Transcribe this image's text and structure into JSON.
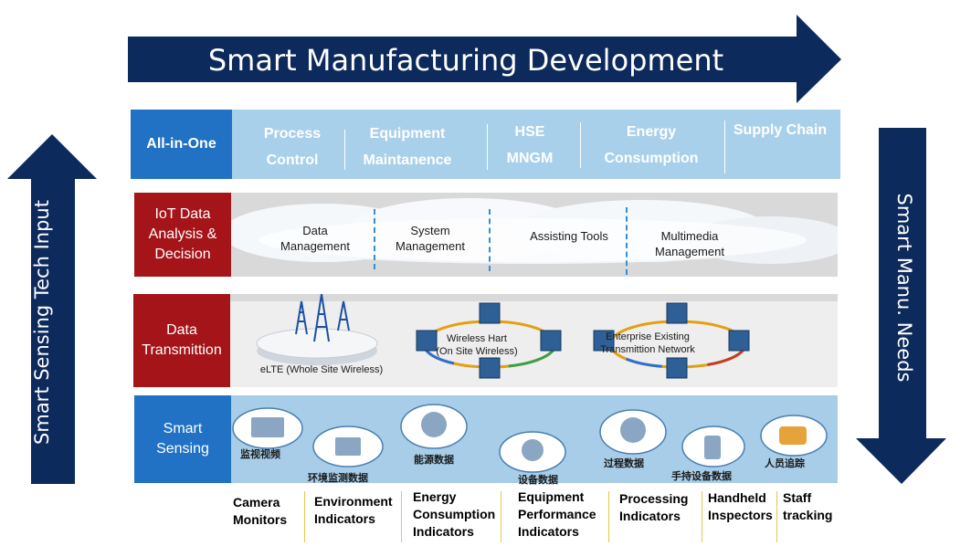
{
  "top_arrow": {
    "label": "Smart Manufacturing Development",
    "color": "#0d2a5c"
  },
  "left_arrow": {
    "label": "Smart Sensing Tech Input",
    "color": "#0d2a5c"
  },
  "right_arrow": {
    "label": "Smart Manu. Needs",
    "color": "#0d2a5c"
  },
  "row_all_in_one": {
    "label": "All-in-One",
    "items": [
      {
        "line1": "Process",
        "line2": "Control"
      },
      {
        "line1": "Equipment",
        "line2": "Maintanence"
      },
      {
        "line1": "HSE",
        "line2": "MNGM"
      },
      {
        "line1": "Energy",
        "line2": "Consumption"
      },
      {
        "line1": "Supply Chain",
        "line2": ""
      }
    ]
  },
  "row_iot": {
    "label_lines": [
      "IoT Data",
      "Analysis &",
      "Decision"
    ],
    "items": [
      {
        "line1": "Data",
        "line2": "Management"
      },
      {
        "line1": "System",
        "line2": "Management"
      },
      {
        "line1": "Assisting Tools",
        "line2": ""
      },
      {
        "line1": "Multimedia",
        "line2": "Management"
      }
    ]
  },
  "row_transmission": {
    "label_lines": [
      "Data",
      "Transmittion"
    ],
    "elte": "eLTE (Whole Site Wireless)",
    "wireless_hart": {
      "line1": "Wireless Hart",
      "line2": "(On Site Wireless)"
    },
    "enterprise": {
      "line1": "Enterprise Existing",
      "line2": "Transmittion Network"
    }
  },
  "row_sensing": {
    "label_lines": [
      "Smart",
      "Sensing"
    ],
    "cn_labels": [
      "监视视频",
      "环境监测数据",
      "能源数据",
      "设备数据",
      "过程数据",
      "手持设备数据",
      "人员追踪"
    ]
  },
  "captions": [
    {
      "line1": "Camera",
      "line2": "Monitors",
      "line3": ""
    },
    {
      "line1": "Environment",
      "line2": "Indicators",
      "line3": ""
    },
    {
      "line1": "Energy",
      "line2": "Consumption",
      "line3": "Indicators"
    },
    {
      "line1": "Equipment",
      "line2": "Performance",
      "line3": "Indicators"
    },
    {
      "line1": "Processing",
      "line2": "Indicators",
      "line3": ""
    },
    {
      "line1": "Handheld",
      "line2": "Inspectors",
      "line3": ""
    },
    {
      "line1": "Staff",
      "line2": "tracking",
      "line3": ""
    }
  ]
}
